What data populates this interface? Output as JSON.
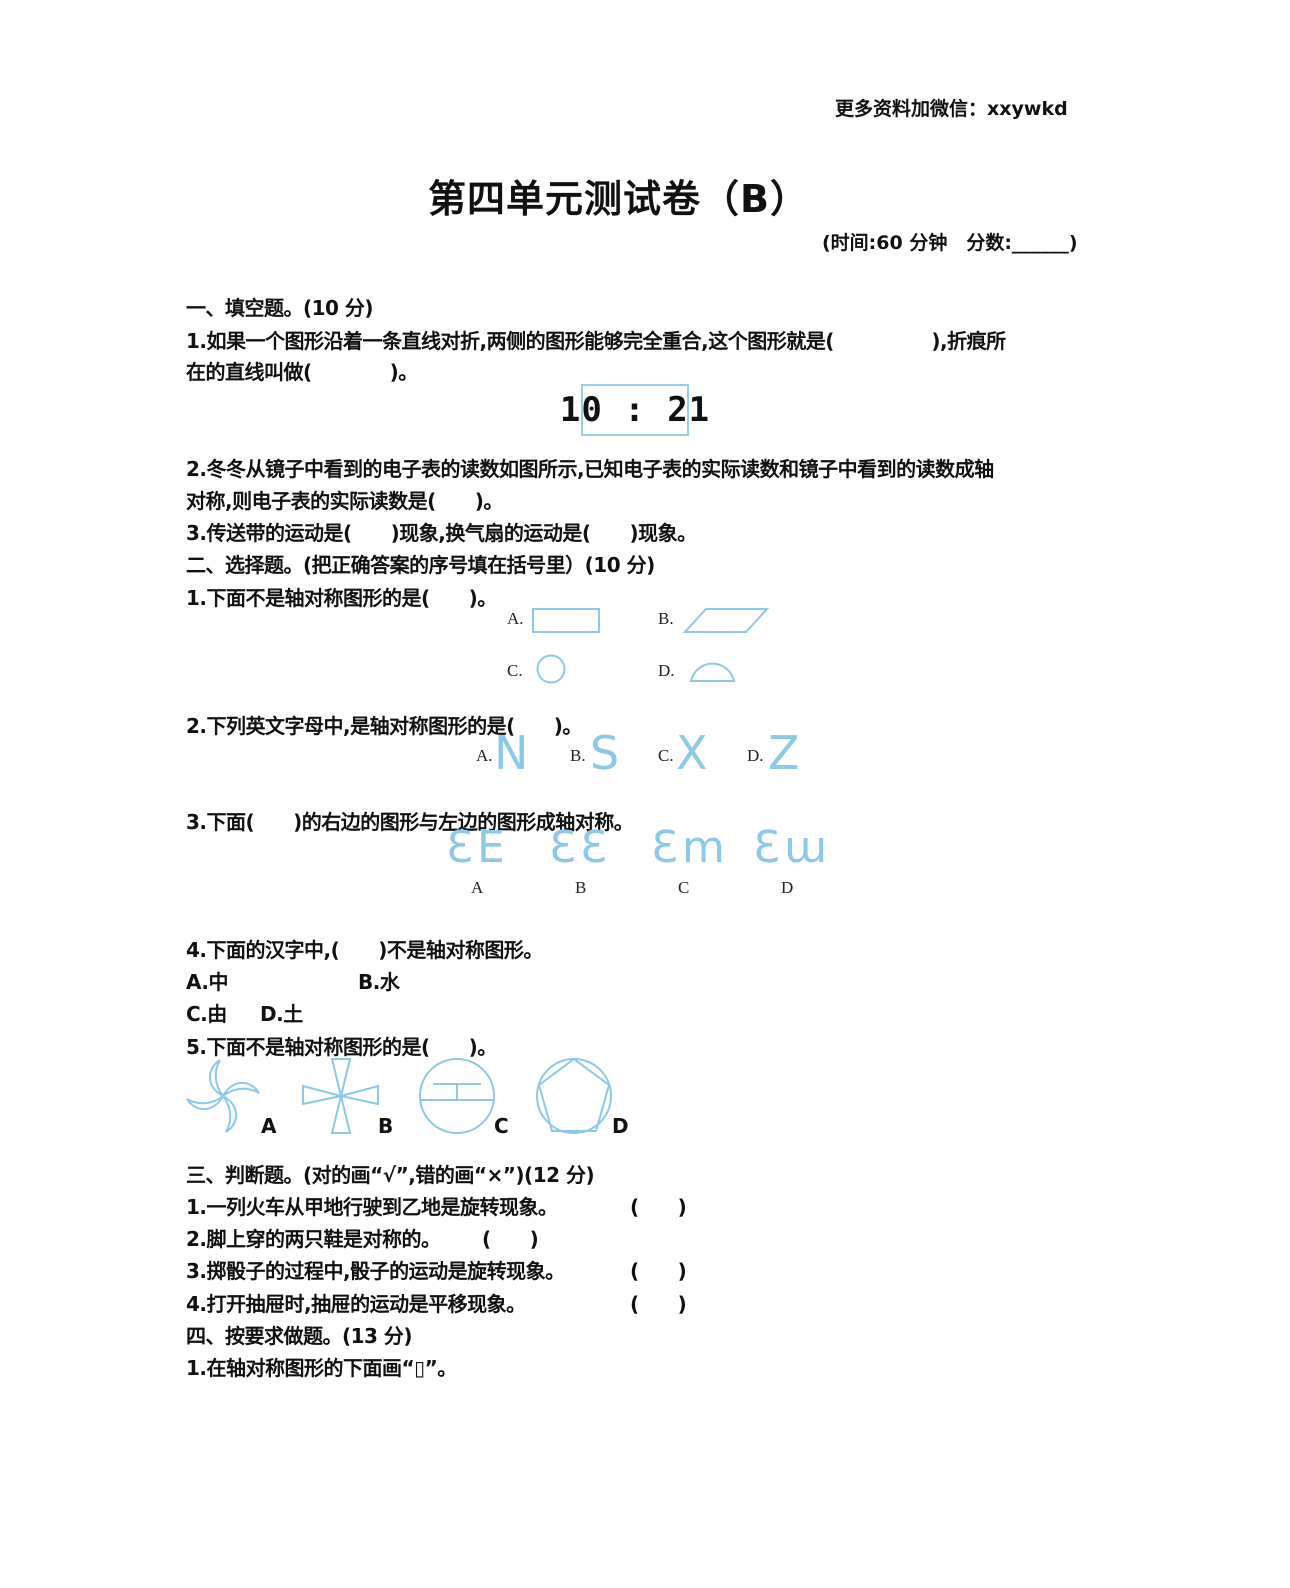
{
  "watermark": "更多资料加微信：xxywkd",
  "title": "第四单元测试卷（B）",
  "meta": "(时间:60 分钟　分数:______)",
  "section1": {
    "header": "一、填空题。(10 分)",
    "q1_line1": "1.如果一个图形沿着一条直线对折,两侧的图形能够完全重合,这个图形就是(　　　　　),折痕所",
    "q1_line2": "在的直线叫做(　　　　)。",
    "clock": "10 : 21",
    "q2_line1": "2.冬冬从镜子中看到的电子表的读数如图所示,已知电子表的实际读数和镜子中看到的读数成轴",
    "q2_line2": "对称,则电子表的实际读数是(　　)。",
    "q3": "3.传送带的运动是(　　)现象,换气扇的运动是(　　)现象。"
  },
  "section2": {
    "header": "二、选择题。(把正确答案的序号填在括号里）(10 分)",
    "q1": "1.下面不是轴对称图形的是(　　)。",
    "q1_options": [
      "A.",
      "B.",
      "C.",
      "D."
    ],
    "q2": "2.下列英文字母中,是轴对称图形的是(　　)。",
    "q2_options": [
      {
        "label": "A.",
        "letter": "N"
      },
      {
        "label": "B.",
        "letter": "S"
      },
      {
        "label": "C.",
        "letter": "X"
      },
      {
        "label": "D.",
        "letter": "Z"
      }
    ],
    "q3": "3.下面(　　)的右边的图形与左边的图形成轴对称。",
    "q3_options": [
      {
        "pair": "ƐE",
        "label": "A"
      },
      {
        "pair": "ƐƐ",
        "label": "B"
      },
      {
        "pair": "Ɛm",
        "label": "C"
      },
      {
        "pair": "Ɛɯ",
        "label": "D"
      }
    ],
    "q4": "4.下面的汉字中,(　　)不是轴对称图形。",
    "q4_optA": "A.中",
    "q4_optB": "B.水",
    "q4_optC": "C.由",
    "q4_optD": "D.土",
    "q5": "5.下面不是轴对称图形的是(　　)。",
    "q5_labels": [
      "A",
      "B",
      "C",
      "D"
    ]
  },
  "section3": {
    "header": "三、判断题。(对的画“√”,错的画“×”)(12 分)",
    "items": [
      {
        "text": "1.一列火车从甲地行驶到乙地是旋转现象。",
        "paren": "(　　)"
      },
      {
        "text": "2.脚上穿的两只鞋是对称的。",
        "paren": "(　　)"
      },
      {
        "text": "3.掷骰子的过程中,骰子的运动是旋转现象。",
        "paren": "(　　)"
      },
      {
        "text": "4.打开抽屉时,抽屉的运动是平移现象。",
        "paren": "(　　)"
      }
    ]
  },
  "section4": {
    "header": "四、按要求做题。(13 分)",
    "q1": "1.在轴对称图形的下面画“▯”。"
  },
  "colors": {
    "figure_blue": "#8cc8e8",
    "text": "#111111"
  }
}
